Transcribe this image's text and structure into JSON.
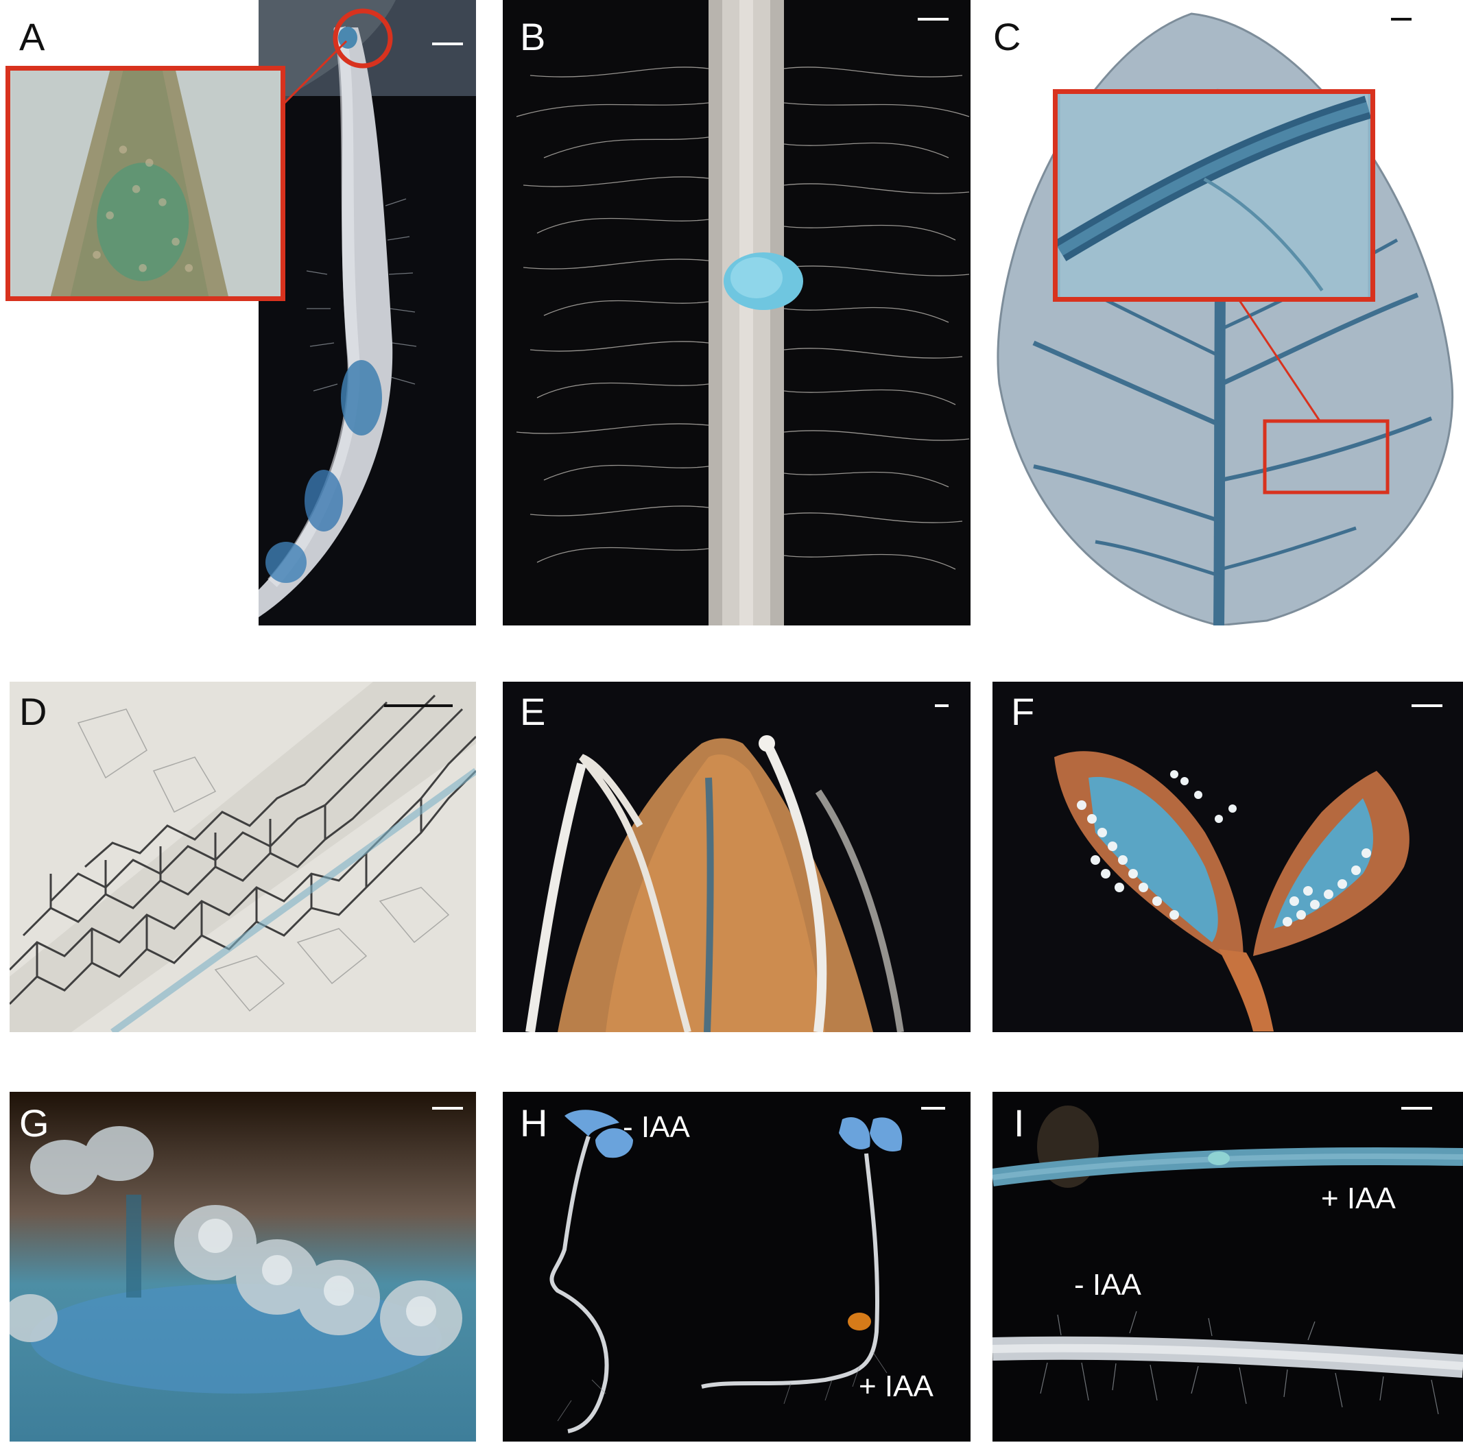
{
  "figure": {
    "panels": [
      {
        "id": "A",
        "label": "A"
      },
      {
        "id": "B",
        "label": "B"
      },
      {
        "id": "C",
        "label": "C"
      },
      {
        "id": "D",
        "label": "D"
      },
      {
        "id": "E",
        "label": "E"
      },
      {
        "id": "F",
        "label": "F"
      },
      {
        "id": "G",
        "label": "G"
      },
      {
        "id": "H",
        "label": "H"
      },
      {
        "id": "I",
        "label": "I"
      }
    ],
    "annotations": {
      "h_minus": "- IAA",
      "h_plus": "+ IAA",
      "i_plus": "+ IAA",
      "i_minus": "- IAA"
    }
  },
  "colors": {
    "inset_red": "#d8321e",
    "gus_blue": "#3f8fb5",
    "dark_bg": "#0b0b0f"
  }
}
